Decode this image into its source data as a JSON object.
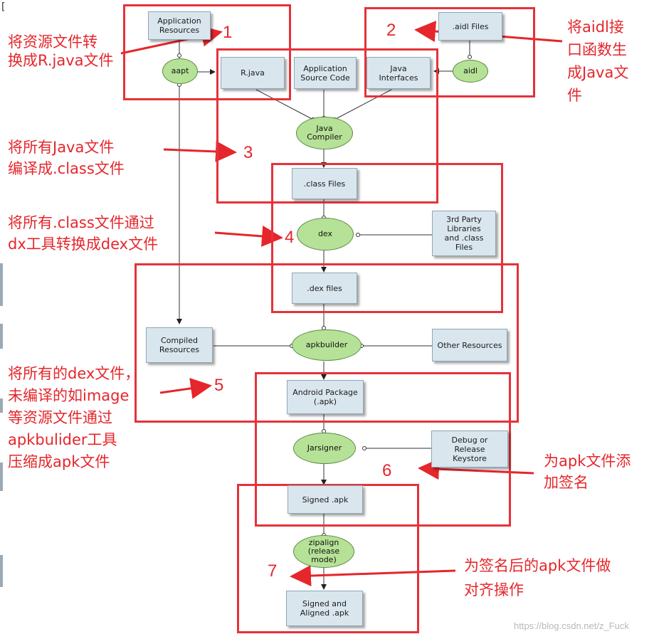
{
  "nodes": {
    "app_resources": "Application\nResources",
    "aidl_files": ".aidl Files",
    "aapt": "aapt",
    "aidl": "aidl",
    "r_java": "R.java",
    "app_source": "Application\nSource Code",
    "java_interfaces": "Java\nInterfaces",
    "java_compiler": "Java\nCompiler",
    "class_files": ".class Files",
    "dex": "dex",
    "third_party": "3rd Party\nLibraries\nand .class\nFiles",
    "dex_files": ".dex files",
    "compiled_resources": "Compiled\nResources",
    "apkbuilder": "apkbuilder",
    "other_resources": "Other Resources",
    "android_package": "Android Package\n(.apk)",
    "jarsigner": "Jarsigner",
    "debug_keystore": "Debug or\nRelease\nKeystore",
    "signed_apk": "Signed .apk",
    "zipalign": "zipalign\n(release\nmode)",
    "signed_aligned": "Signed and\nAligned .apk"
  },
  "steps": {
    "n1": "1",
    "n2": "2",
    "n3": "3",
    "n4": "4",
    "n5": "5",
    "n6": "6",
    "n7": "7"
  },
  "annotations": {
    "a1": "将资源文件转\n换成R.java文件",
    "a2": "将aidl接\n口函数生\n成Java文\n件",
    "a3": "将所有Java文件\n编译成.class文件",
    "a4": "将所有.class文件通过\ndx工具转换成dex文件",
    "a5": "将所有的dex文件，\n未编译的如image\n等资源文件通过\napkbulider工具\n压缩成apk文件",
    "a6": "为apk文件添\n加签名",
    "a7": "为签名后的apk文件做\n对齐操作"
  },
  "colors": {
    "annotation_red": "#e5262b",
    "node_blue": "#d9e6ee",
    "tool_green": "#b6e297"
  },
  "watermark": "https://blog.csdn.net/z_Fuck",
  "edge_glyph": "["
}
